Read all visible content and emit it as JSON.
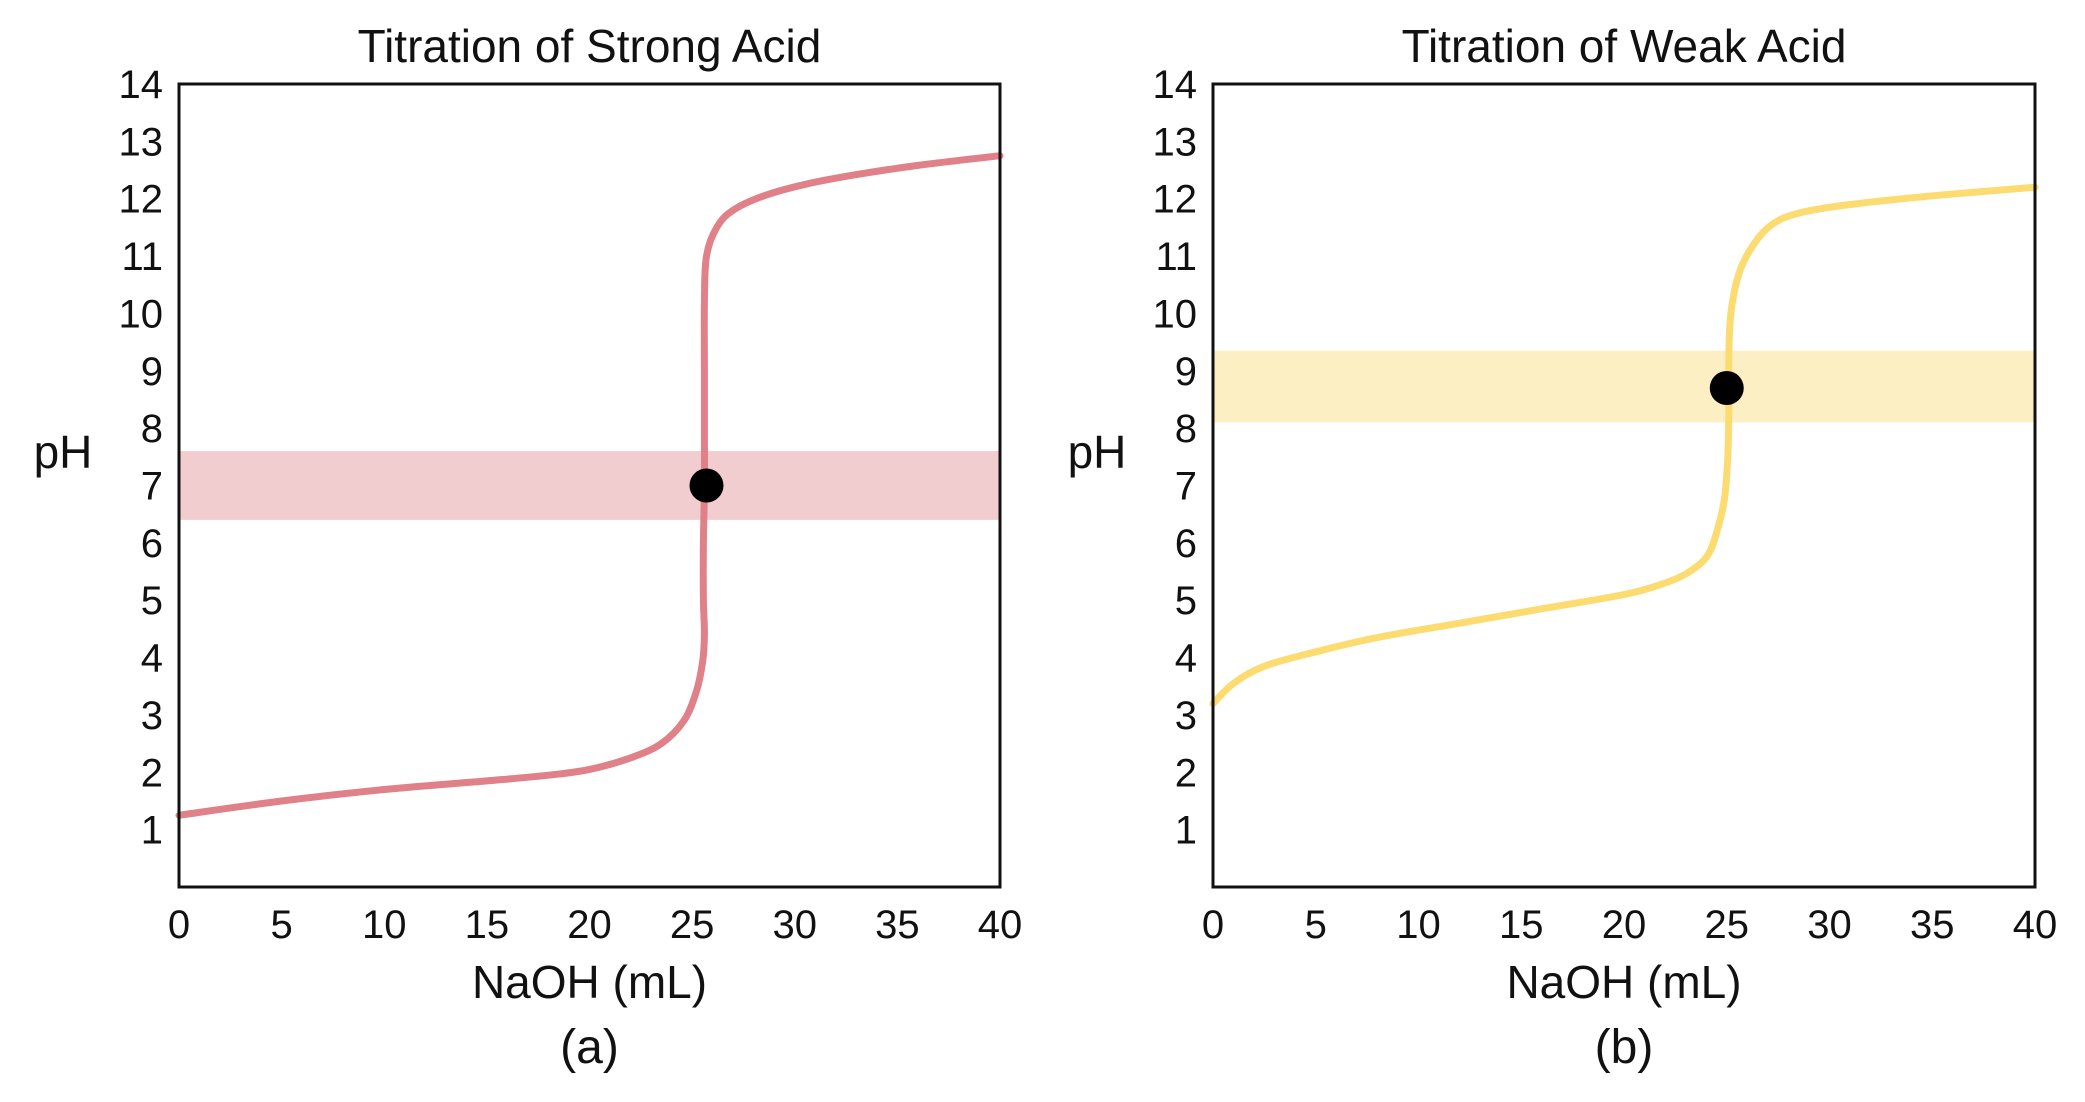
{
  "chart_data": [
    {
      "type": "line",
      "title": "Titration of Strong Acid",
      "xlabel": "NaOH (mL)",
      "ylabel": "pH",
      "panel_label": "(a)",
      "xlim": [
        0,
        40
      ],
      "ylim": [
        0,
        14
      ],
      "x_ticks": [
        "0",
        "5",
        "10",
        "15",
        "20",
        "25",
        "30",
        "35",
        "40"
      ],
      "y_ticks": [
        "1",
        "2",
        "3",
        "4",
        "5",
        "6",
        "7",
        "8",
        "9",
        "10",
        "11",
        "12",
        "13",
        "14"
      ],
      "grid": false,
      "line_color": "#e08088",
      "band_color": "#f2cdd0",
      "indicator_range": [
        6.4,
        7.6
      ],
      "equivalence_point": {
        "x": 25.7,
        "y": 7.0
      },
      "series": [
        {
          "values": [
            [
              0,
              1.25
            ],
            [
              5,
              1.5
            ],
            [
              10,
              1.7
            ],
            [
              15,
              1.85
            ],
            [
              18,
              1.95
            ],
            [
              20,
              2.05
            ],
            [
              22,
              2.25
            ],
            [
              23.5,
              2.5
            ],
            [
              24.6,
              2.9
            ],
            [
              25.2,
              3.4
            ],
            [
              25.5,
              3.9
            ],
            [
              25.6,
              4.4
            ],
            [
              25.55,
              5.0
            ],
            [
              25.55,
              6.0
            ],
            [
              25.6,
              7.0
            ],
            [
              25.6,
              8.0
            ],
            [
              25.6,
              9.0
            ],
            [
              25.6,
              10.2
            ],
            [
              25.7,
              11.0
            ],
            [
              26.2,
              11.5
            ],
            [
              27.0,
              11.8
            ],
            [
              28.5,
              12.05
            ],
            [
              30.5,
              12.25
            ],
            [
              33,
              12.42
            ],
            [
              36,
              12.58
            ],
            [
              40,
              12.75
            ]
          ]
        }
      ]
    },
    {
      "type": "line",
      "title": "Titration of Weak Acid",
      "xlabel": "NaOH (mL)",
      "ylabel": "pH",
      "panel_label": "(b)",
      "xlim": [
        0,
        40
      ],
      "ylim": [
        0,
        14
      ],
      "x_ticks": [
        "0",
        "5",
        "10",
        "15",
        "20",
        "25",
        "30",
        "35",
        "40"
      ],
      "y_ticks": [
        "1",
        "2",
        "3",
        "4",
        "5",
        "6",
        "7",
        "8",
        "9",
        "10",
        "11",
        "12",
        "13",
        "14"
      ],
      "grid": false,
      "line_color": "#fcdc70",
      "band_color": "#fdefc4",
      "indicator_range": [
        8.1,
        9.35
      ],
      "equivalence_point": {
        "x": 25.0,
        "y": 8.7
      },
      "series": [
        {
          "values": [
            [
              0,
              3.2
            ],
            [
              1,
              3.55
            ],
            [
              2.5,
              3.85
            ],
            [
              5,
              4.1
            ],
            [
              8,
              4.35
            ],
            [
              12,
              4.6
            ],
            [
              16,
              4.85
            ],
            [
              20,
              5.1
            ],
            [
              22,
              5.3
            ],
            [
              23.2,
              5.5
            ],
            [
              24.1,
              5.8
            ],
            [
              24.6,
              6.3
            ],
            [
              24.9,
              6.8
            ],
            [
              25.05,
              7.5
            ],
            [
              25.1,
              8.3
            ],
            [
              25.1,
              9.2
            ],
            [
              25.2,
              10.0
            ],
            [
              25.6,
              10.7
            ],
            [
              26.3,
              11.2
            ],
            [
              27.2,
              11.55
            ],
            [
              28.5,
              11.75
            ],
            [
              31,
              11.9
            ],
            [
              35,
              12.05
            ],
            [
              40,
              12.2
            ]
          ]
        }
      ]
    }
  ]
}
